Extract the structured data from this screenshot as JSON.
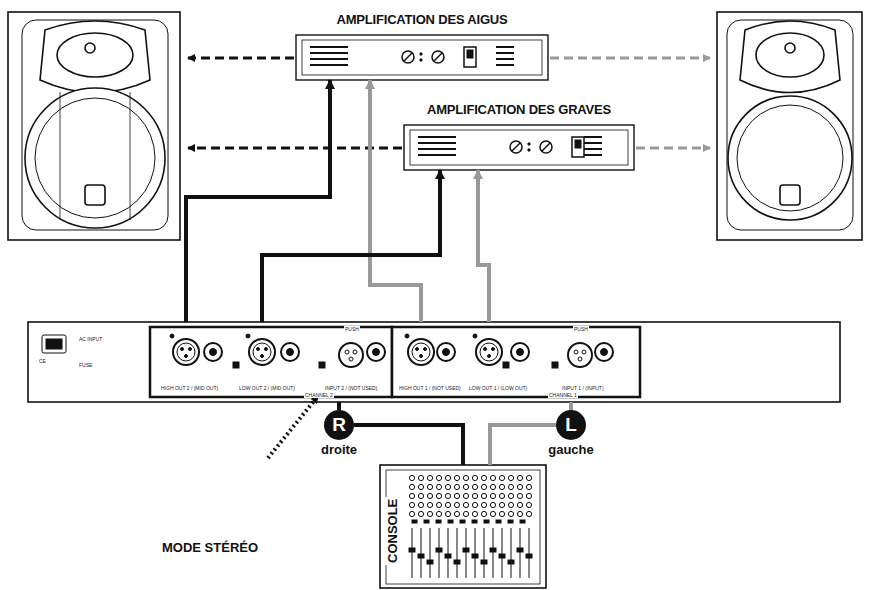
{
  "diagram": {
    "nodes": [
      {
        "text": [
          "AMPLIFICATION DES AIGUS"
        ]
      },
      {
        "text": [
          "AMPLIFICATION DES GRAVES"
        ]
      },
      {
        "text": [
          "CE",
          "AC INPUT",
          "FUSE",
          "HIGH OUT 2 / (MID OUT)",
          "LOW OUT 2 / (MID OUT)",
          "PUSH",
          "INPUT 2 / (NOT USED)",
          "CHANNEL 2",
          "HIGH OUT 1 / (NOT USED)",
          "LOW OUT 1 / (LOW OUT)",
          "PUSH",
          "INPUT 1 / (INPUT)",
          "CHANNEL 1"
        ]
      },
      {
        "text": [
          "R",
          "droite"
        ]
      },
      {
        "text": [
          "L",
          "gauche"
        ]
      },
      {
        "text": [
          "CONSOLE"
        ]
      }
    ],
    "edges": [
      {
        "from": 2,
        "to": 0,
        "arrow": "to"
      },
      {
        "from": 2,
        "to": 0,
        "arrow": "to"
      },
      {
        "from": 2,
        "to": 1,
        "arrow": "to"
      },
      {
        "from": 2,
        "to": 1,
        "arrow": "to"
      },
      {
        "from": 5,
        "to": 3,
        "arrow": "none"
      },
      {
        "from": 3,
        "to": 2,
        "arrow": "none"
      },
      {
        "from": 5,
        "to": 4,
        "arrow": "none"
      },
      {
        "from": 4,
        "to": 2,
        "arrow": "none"
      }
    ],
    "labels": [
      "MODE STÉRÉO"
    ]
  }
}
